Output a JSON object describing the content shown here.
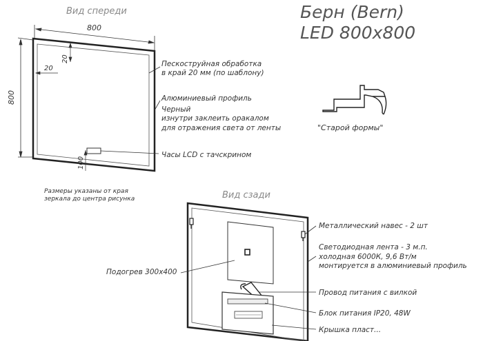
{
  "title": {
    "line1": "Берн (Bern)",
    "line2": "LED 800x800"
  },
  "front_view": {
    "heading": "Вид спереди",
    "dim_width": "800",
    "dim_height": "800",
    "dim_top": "20",
    "dim_left": "20",
    "dim_bottom": "100",
    "note_line1": "Размеры указаны от края",
    "note_line2": "зеркала до центра рисунка",
    "callouts": {
      "sandblast_1": "Пескоструйная обработка",
      "sandblast_2": "в край 20 мм (по шаблону)",
      "profile_1": "Алюминиевый профиль",
      "profile_2": "Черный",
      "profile_3": "изнутри заклеить оракалом",
      "profile_4": "для отражения света от ленты",
      "clock": "Часы LCD с тачскрином"
    }
  },
  "profile_shape": {
    "caption": "\"Старой формы\""
  },
  "back_view": {
    "heading": "Вид сзади",
    "callouts": {
      "hanger": "Металлический навес - 2 шт",
      "led_1": "Светодиодная лента - 3 м.п.",
      "led_2": "холодная 6000К, 9,6 Вт/м",
      "led_3": "монтируется в алюминиевый профиль",
      "heater": "Подогрев 300x400",
      "cable": "Провод питания с вилкой",
      "psu": "Блок питания IP20, 48W",
      "cover": "Крышка пласт..."
    }
  },
  "colors": {
    "line": "#333333",
    "grey_text": "#888888",
    "frame": "#222222"
  }
}
